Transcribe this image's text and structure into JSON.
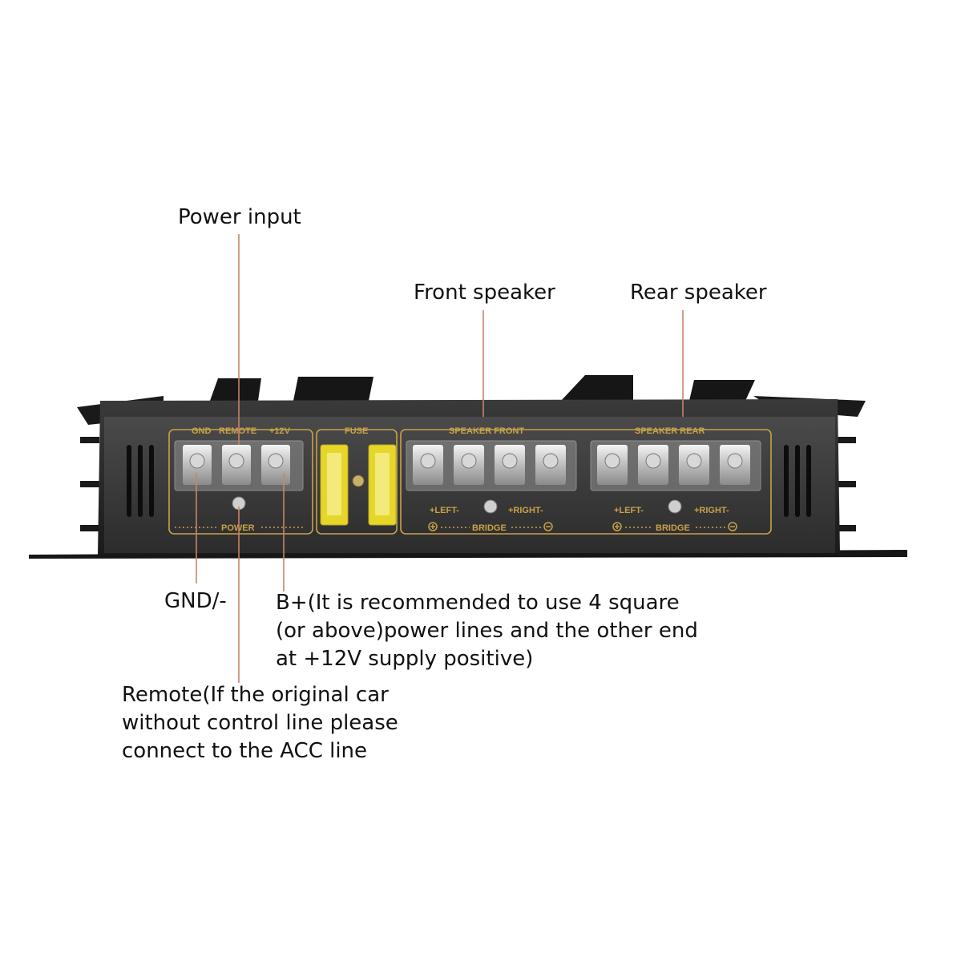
{
  "callouts": {
    "power_input": "Power input",
    "front_speaker": "Front speaker",
    "rear_speaker": "Rear speaker",
    "gnd": "GND/-",
    "bplus": "B+(It is recommended to use 4 square\n(or above)power lines and the other end\nat +12V supply positive)",
    "remote": "Remote(If the original car\nwithout control line please\nconnect to the ACC line"
  },
  "panel": {
    "power_group": {
      "labels": [
        "GND",
        "REMOTE",
        "+12V"
      ],
      "footer": "POWER"
    },
    "fuse_group": {
      "label": "FUSE"
    },
    "front_group": {
      "label": "SPEAKER FRONT",
      "left": "+LEFT-",
      "right": "+RIGHT-",
      "bridge": "BRIDGE"
    },
    "rear_group": {
      "label": "SPEAKER REAR",
      "left": "+LEFT-",
      "right": "+RIGHT-",
      "bridge": "BRIDGE"
    }
  },
  "colors": {
    "leader_line": "#c8846a",
    "panel_gold": "#c9a24a",
    "amp_body": "#2a2a2a",
    "fuse_yellow": "#e6d62a"
  }
}
